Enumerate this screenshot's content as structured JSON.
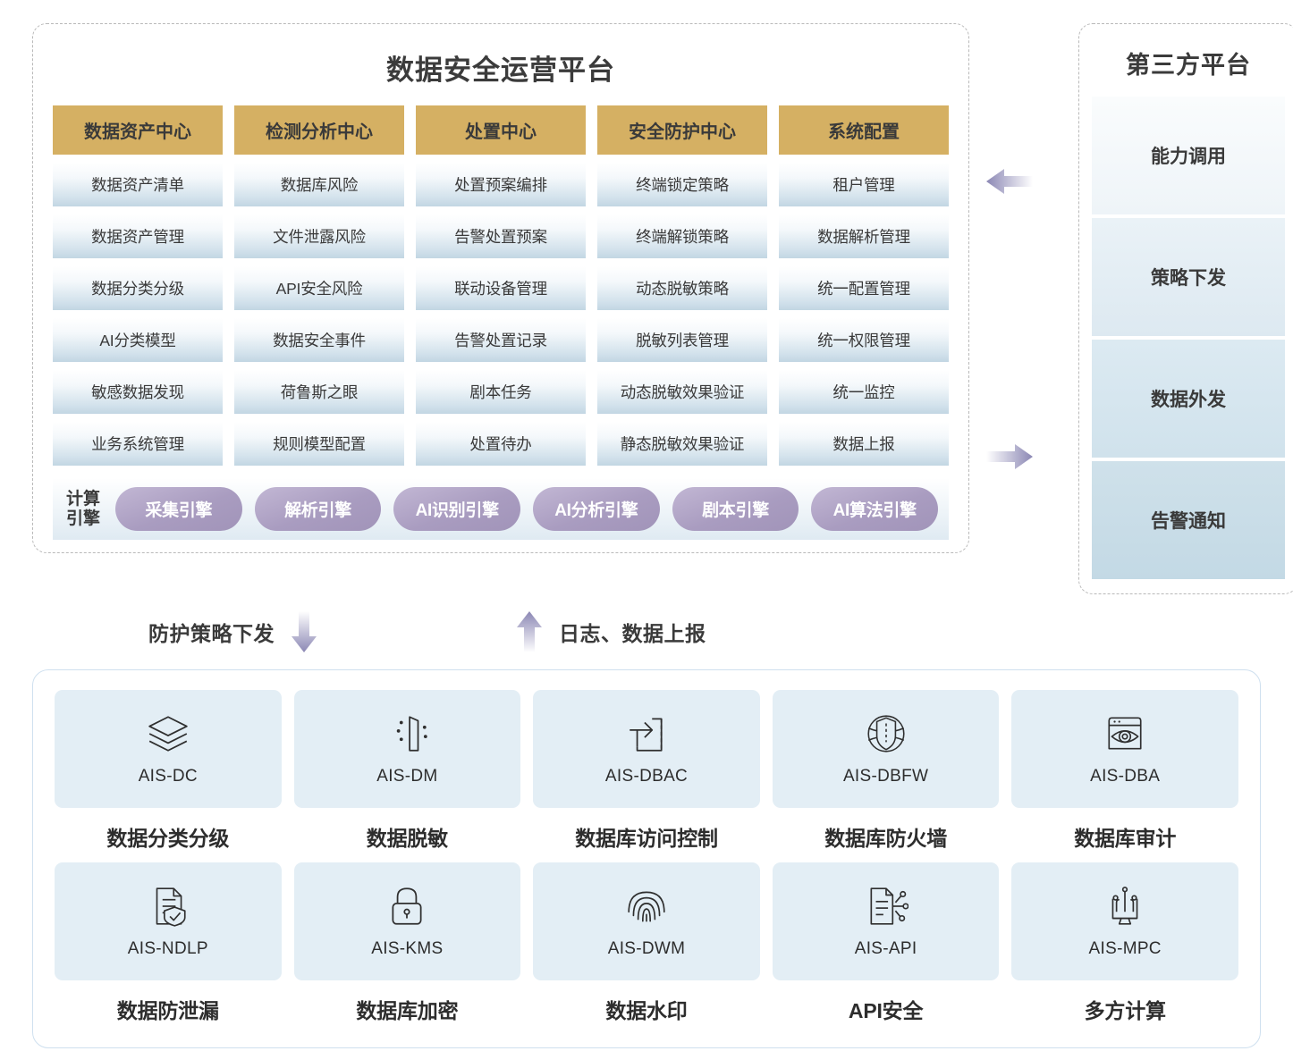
{
  "platform": {
    "title": "数据安全运营平台",
    "columns": [
      {
        "header": "数据资产中心",
        "modules": [
          "数据资产清单",
          "数据资产管理",
          "数据分类分级",
          "AI分类模型",
          "敏感数据发现",
          "业务系统管理"
        ]
      },
      {
        "header": "检测分析中心",
        "modules": [
          "数据库风险",
          "文件泄露风险",
          "API安全风险",
          "数据安全事件",
          "荷鲁斯之眼",
          "规则模型配置"
        ]
      },
      {
        "header": "处置中心",
        "modules": [
          "处置预案编排",
          "告警处置预案",
          "联动设备管理",
          "告警处置记录",
          "剧本任务",
          "处置待办"
        ]
      },
      {
        "header": "安全防护中心",
        "modules": [
          "终端锁定策略",
          "终端解锁策略",
          "动态脱敏策略",
          "脱敏列表管理",
          "动态脱敏效果验证",
          "静态脱敏效果验证"
        ]
      },
      {
        "header": "系统配置",
        "modules": [
          "租户管理",
          "数据解析管理",
          "统一配置管理",
          "统一权限管理",
          "统一监控",
          "数据上报"
        ]
      }
    ],
    "engine_label_line1": "计算",
    "engine_label_line2": "引擎",
    "engines": [
      "采集引擎",
      "解析引擎",
      "AI识别引擎",
      "AI分析引擎",
      "剧本引擎",
      "AI算法引擎"
    ]
  },
  "third_party": {
    "title": "第三方平台",
    "cards": [
      "能力调用",
      "策略下发",
      "数据外发",
      "告警通知"
    ]
  },
  "flow": {
    "down_label": "防护策略下发",
    "up_label": "日志、数据上报"
  },
  "products": [
    {
      "code": "AIS-DC",
      "name": "数据分类分级",
      "icon": "layers-icon"
    },
    {
      "code": "AIS-DM",
      "name": "数据脱敏",
      "icon": "masking-door-icon"
    },
    {
      "code": "AIS-DBAC",
      "name": "数据库访问控制",
      "icon": "arrow-into-door-icon"
    },
    {
      "code": "AIS-DBFW",
      "name": "数据库防火墙",
      "icon": "shield-globe-icon"
    },
    {
      "code": "AIS-DBA",
      "name": "数据库审计",
      "icon": "window-eye-icon"
    },
    {
      "code": "AIS-NDLP",
      "name": "数据防泄漏",
      "icon": "document-shield-icon"
    },
    {
      "code": "AIS-KMS",
      "name": "数据库加密",
      "icon": "padlock-icon"
    },
    {
      "code": "AIS-DWM",
      "name": "数据水印",
      "icon": "fingerprint-icon"
    },
    {
      "code": "AIS-API",
      "name": "API安全",
      "icon": "document-network-icon"
    },
    {
      "code": "AIS-MPC",
      "name": "多方计算",
      "icon": "monitor-network-icon"
    }
  ],
  "colors": {
    "header_gold": "#d5b063",
    "module_blue": "#c2d6e3",
    "engine_purple": "#a99cc0",
    "card_blue": "#e3eef5",
    "panel_border": "#cfe0ef",
    "arrow_purple": "#9a96bd"
  }
}
